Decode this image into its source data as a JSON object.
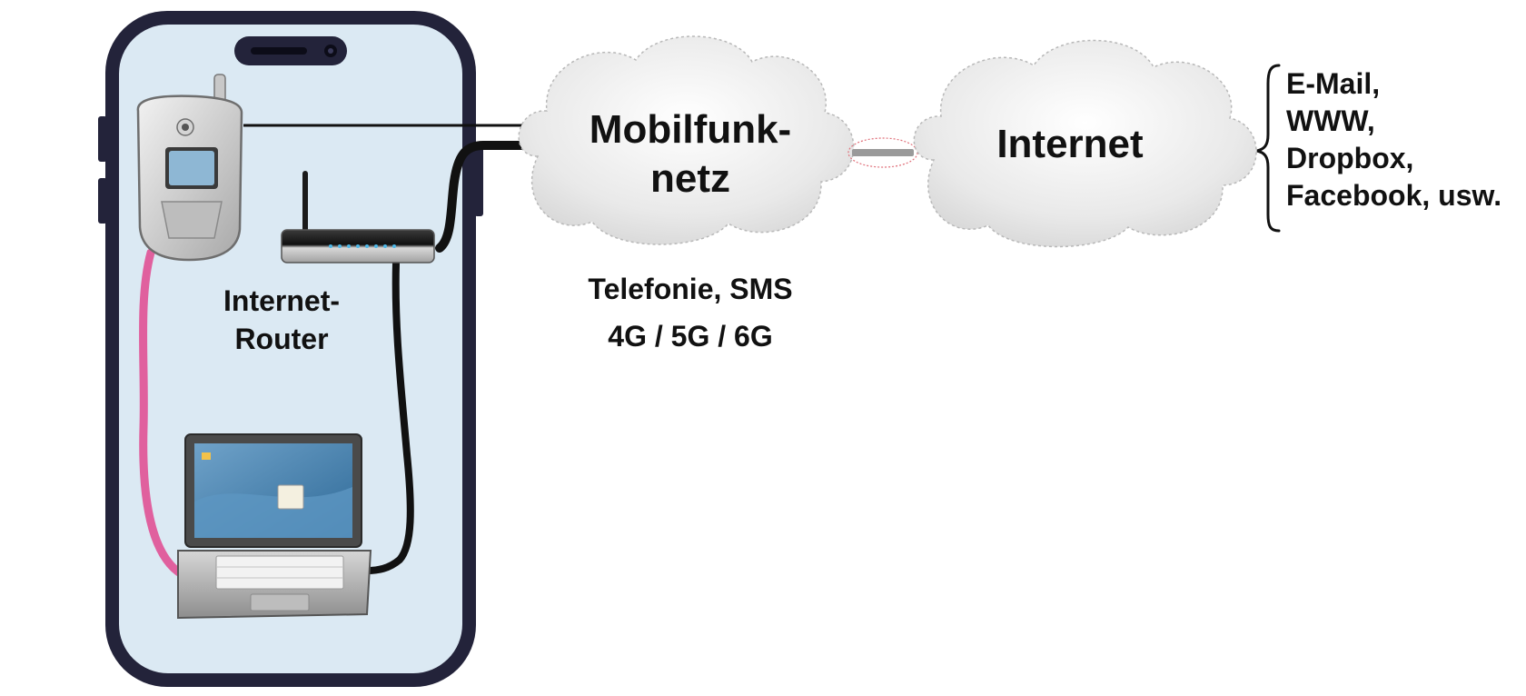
{
  "labels": {
    "router": "Internet-\nRouter",
    "cloud_mobile": "Mobilfunk-\nnetz",
    "cloud_internet": "Internet",
    "mobile_services_line1": "Telefonie, SMS",
    "mobile_services_line2": "4G / 5G / 6G",
    "internet_services": [
      "E-Mail,",
      "WWW,",
      "Dropbox,",
      "Facebook, usw."
    ]
  },
  "colors": {
    "phone_frame": "#23233a",
    "phone_screen": "#dbe9f3",
    "cloud_fill": "#eeeeee",
    "cable_black": "#111111",
    "cable_pink": "#e0609e",
    "link_gray": "#9a9a9a",
    "link_dotted": "#e0707a"
  },
  "icons": {
    "flip_phone": "flip-phone-icon",
    "router": "router-icon",
    "laptop": "laptop-icon",
    "dynamic_island": "dynamic-island-icon"
  }
}
